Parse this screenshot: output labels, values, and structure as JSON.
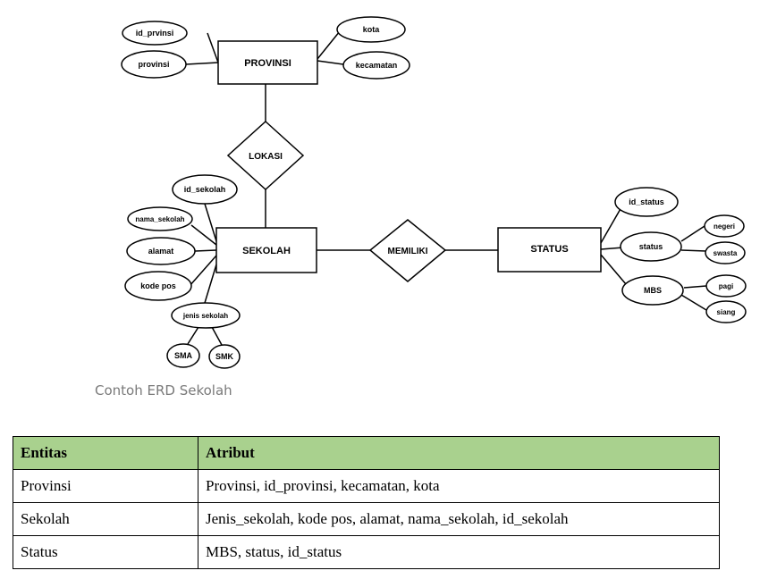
{
  "diagram": {
    "entities": {
      "provinsi": "PROVINSI",
      "sekolah": "SEKOLAH",
      "status": "STATUS"
    },
    "relationships": {
      "lokasi": "LOKASI",
      "memiliki": "MEMILIKI"
    },
    "attributes": {
      "id_prvinsi": "id_prvinsi",
      "provinsi": "provinsi",
      "kota": "kota",
      "kecamatan": "kecamatan",
      "id_sekolah": "id_sekolah",
      "nama_sekolah": "nama_sekolah",
      "alamat": "alamat",
      "kode_pos": "kode pos",
      "jenis_sekolah": "jenis sekolah",
      "sma": "SMA",
      "smk": "SMK",
      "id_status": "id_status",
      "status": "status",
      "negeri": "negeri",
      "swasta": "swasta",
      "mbs": "MBS",
      "pagi": "pagi",
      "siang": "siang"
    }
  },
  "caption": "Contoh ERD Sekolah",
  "table": {
    "headers": [
      "Entitas",
      "Atribut"
    ],
    "rows": [
      [
        "Provinsi",
        "Provinsi, id_provinsi, kecamatan, kota"
      ],
      [
        "Sekolah",
        "Jenis_sekolah, kode pos, alamat, nama_sekolah, id_sekolah"
      ],
      [
        "Status",
        "MBS, status, id_status"
      ]
    ]
  }
}
